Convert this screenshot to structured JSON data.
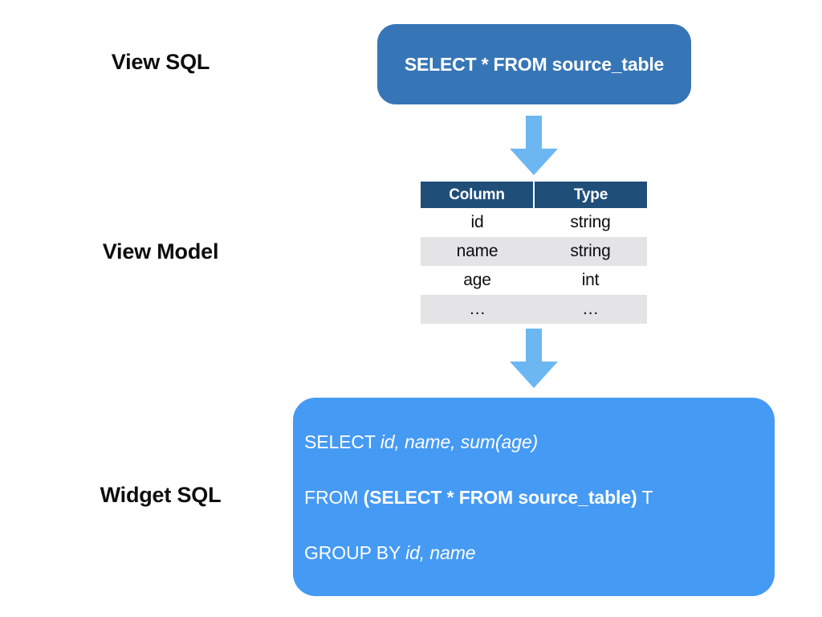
{
  "labels": {
    "view_sql": "View SQL",
    "view_model": "View Model",
    "widget_sql": "Widget SQL"
  },
  "view_sql_box": {
    "text": "SELECT * FROM source_table",
    "background": "#3776b6",
    "text_color": "#ffffff"
  },
  "arrows": {
    "first": "down-arrow",
    "second": "down-arrow",
    "color": "#6cb7f2"
  },
  "view_model_table": {
    "headers": [
      "Column",
      "Type"
    ],
    "header_background": "#1f4e79",
    "zebra_background": "#e4e4e6",
    "rows": [
      {
        "column": "id",
        "type": "string"
      },
      {
        "column": "name",
        "type": "string"
      },
      {
        "column": "age",
        "type": "int"
      },
      {
        "column": "…",
        "type": "…"
      }
    ]
  },
  "widget_sql_box": {
    "background": "#459af4",
    "text_color": "#ffffff",
    "lines": [
      {
        "segments": [
          {
            "text": "SELECT ",
            "style": "normal"
          },
          {
            "text": "id, name, sum(age)",
            "style": "italic"
          }
        ]
      },
      {
        "segments": [
          {
            "text": "FROM ",
            "style": "normal"
          },
          {
            "text": "(SELECT * FROM source_table)",
            "style": "bold"
          },
          {
            "text": " T",
            "style": "normal"
          }
        ]
      },
      {
        "segments": [
          {
            "text": "GROUP BY ",
            "style": "normal"
          },
          {
            "text": "id, name",
            "style": "italic"
          }
        ]
      }
    ],
    "line_1_prefix": "SELECT ",
    "line_1_italic": "id, name, sum(age)",
    "line_2_prefix": "FROM ",
    "line_2_bold": "(SELECT * FROM source_table)",
    "line_2_suffix": " T",
    "line_3_prefix": "GROUP BY ",
    "line_3_italic": "id, name"
  }
}
